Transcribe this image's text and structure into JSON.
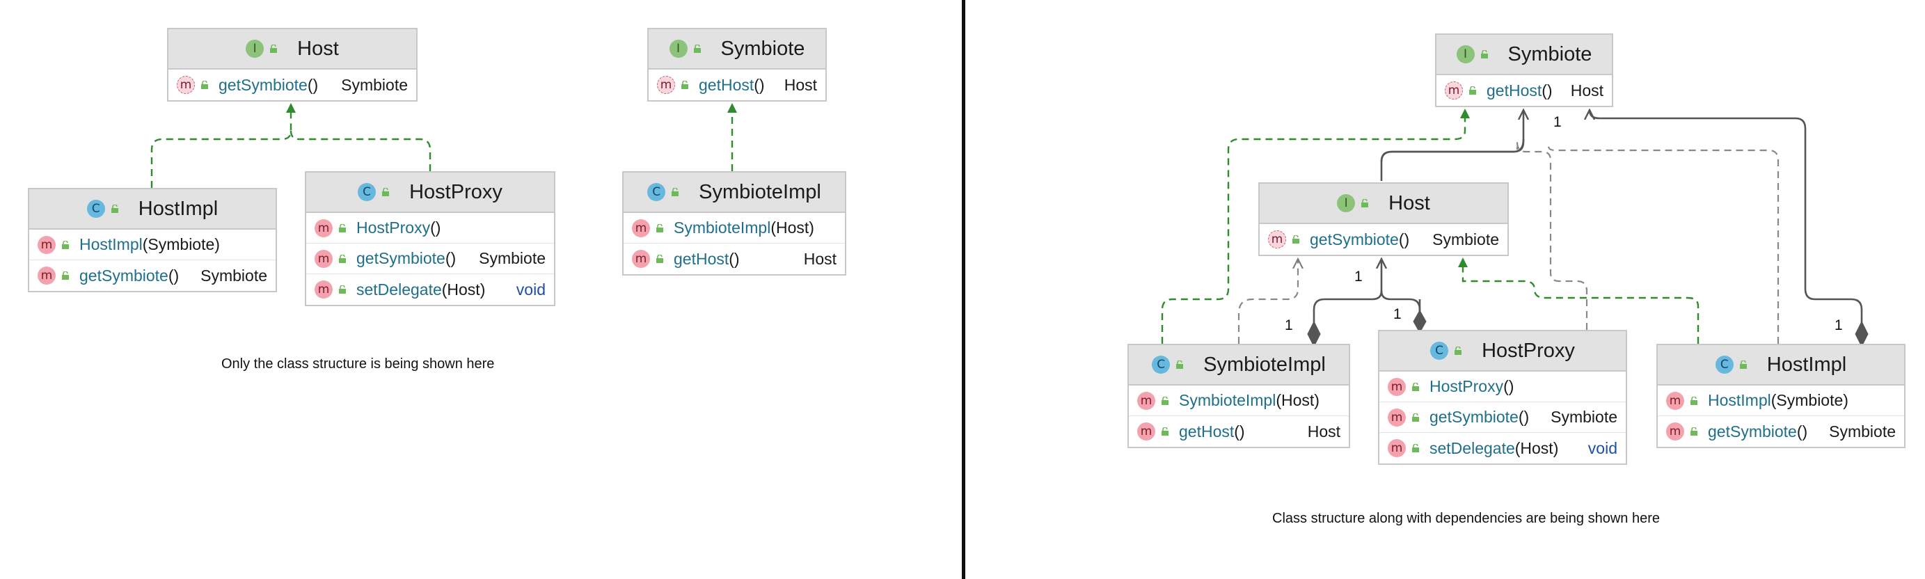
{
  "colors": {
    "implements_line": "#2e8b2e",
    "dependency_line": "#888888",
    "association_line": "#555555",
    "header_bg": "#e2e2e2",
    "method_name": "#1f6f8b",
    "void_type": "#1f4fa0"
  },
  "left_panel": {
    "caption": "Only the class structure is being shown here",
    "host": {
      "badge": "I",
      "title": "Host",
      "methods": [
        {
          "badge": "m",
          "name": "getSymbiote",
          "params": "()",
          "type": "Symbiote"
        }
      ]
    },
    "symbiote": {
      "badge": "I",
      "title": "Symbiote",
      "methods": [
        {
          "badge": "m",
          "name": "getHost",
          "params": "()",
          "type": "Host"
        }
      ]
    },
    "hostimpl": {
      "badge": "C",
      "title": "HostImpl",
      "methods": [
        {
          "badge": "m",
          "name": "HostImpl",
          "params": "(Symbiote)",
          "type": ""
        },
        {
          "badge": "m",
          "name": "getSymbiote",
          "params": "()",
          "type": "Symbiote"
        }
      ]
    },
    "hostproxy": {
      "badge": "C",
      "title": "HostProxy",
      "methods": [
        {
          "badge": "m",
          "name": "HostProxy",
          "params": "()",
          "type": ""
        },
        {
          "badge": "m",
          "name": "getSymbiote",
          "params": "()",
          "type": "Symbiote"
        },
        {
          "badge": "m",
          "name": "setDelegate",
          "params": "(Host)",
          "type": "void"
        }
      ]
    },
    "symbioteimpl": {
      "badge": "C",
      "title": "SymbioteImpl",
      "methods": [
        {
          "badge": "m",
          "name": "SymbioteImpl",
          "params": "(Host)",
          "type": ""
        },
        {
          "badge": "m",
          "name": "getHost",
          "params": "()",
          "type": "Host"
        }
      ]
    }
  },
  "right_panel": {
    "caption": "Class structure along with dependencies are being shown here",
    "multiplicity_label": "1",
    "symbiote": {
      "badge": "I",
      "title": "Symbiote",
      "methods": [
        {
          "badge": "m",
          "name": "getHost",
          "params": "()",
          "type": "Host"
        }
      ]
    },
    "host": {
      "badge": "I",
      "title": "Host",
      "methods": [
        {
          "badge": "m",
          "name": "getSymbiote",
          "params": "()",
          "type": "Symbiote"
        }
      ]
    },
    "symbioteimpl": {
      "badge": "C",
      "title": "SymbioteImpl",
      "methods": [
        {
          "badge": "m",
          "name": "SymbioteImpl",
          "params": "(Host)",
          "type": ""
        },
        {
          "badge": "m",
          "name": "getHost",
          "params": "()",
          "type": "Host"
        }
      ]
    },
    "hostproxy": {
      "badge": "C",
      "title": "HostProxy",
      "methods": [
        {
          "badge": "m",
          "name": "HostProxy",
          "params": "()",
          "type": ""
        },
        {
          "badge": "m",
          "name": "getSymbiote",
          "params": "()",
          "type": "Symbiote"
        },
        {
          "badge": "m",
          "name": "setDelegate",
          "params": "(Host)",
          "type": "void"
        }
      ]
    },
    "hostimpl": {
      "badge": "C",
      "title": "HostImpl",
      "methods": [
        {
          "badge": "m",
          "name": "HostImpl",
          "params": "(Symbiote)",
          "type": ""
        },
        {
          "badge": "m",
          "name": "getSymbiote",
          "params": "()",
          "type": "Symbiote"
        }
      ]
    }
  }
}
